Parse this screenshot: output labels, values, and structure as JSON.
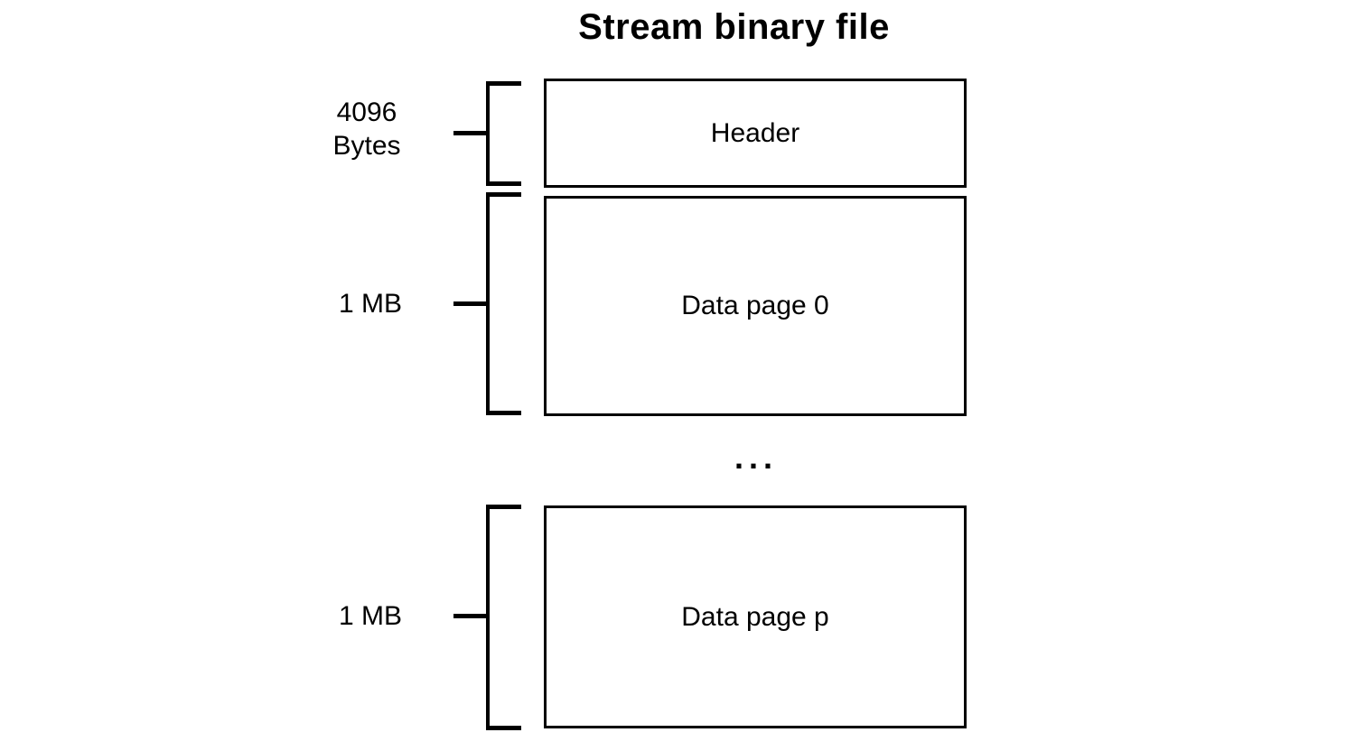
{
  "diagram": {
    "title": "Stream binary file",
    "ellipsis": "...",
    "colors": {
      "line": "#000000",
      "background": "#ffffff",
      "text": "#000000"
    },
    "blocks": [
      {
        "id": "header",
        "label": "Header",
        "size_lines": [
          "4096",
          "Bytes"
        ]
      },
      {
        "id": "data-page-0",
        "label": "Data page 0",
        "size_lines": [
          "1 MB"
        ]
      },
      {
        "id": "data-page-p",
        "label": "Data page p",
        "size_lines": [
          "1 MB"
        ]
      }
    ]
  }
}
